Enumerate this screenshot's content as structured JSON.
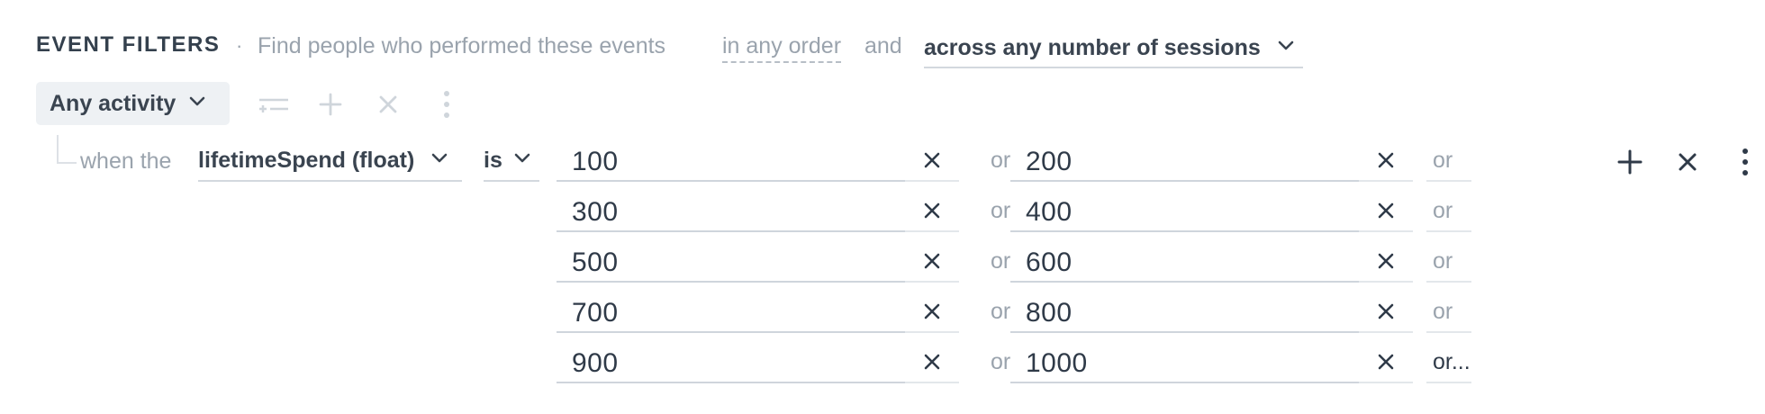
{
  "header": {
    "title": "EVENT FILTERS",
    "separator": "·",
    "description": "Find people who performed these events",
    "order_link": "in any order",
    "and_text": "and",
    "sessions_select": "across any number of sessions"
  },
  "activity": {
    "label": "Any activity",
    "toolbar_icons": [
      "filter-icon",
      "plus-icon",
      "close-icon",
      "more-vertical-icon"
    ]
  },
  "condition": {
    "when_text": "when the",
    "property": "lifetimeSpend (float)",
    "operator": "is",
    "values": [
      [
        "100",
        "200"
      ],
      [
        "300",
        "400"
      ],
      [
        "500",
        "600"
      ],
      [
        "700",
        "800"
      ],
      [
        "900",
        "1000"
      ]
    ],
    "or_text": "or",
    "or_more_text": "or..."
  },
  "colors": {
    "text_dark": "#2f3a48",
    "text_muted": "#9aa3ad",
    "chip_bg": "#eef1f4",
    "disabled_icon": "#cfd5db"
  }
}
